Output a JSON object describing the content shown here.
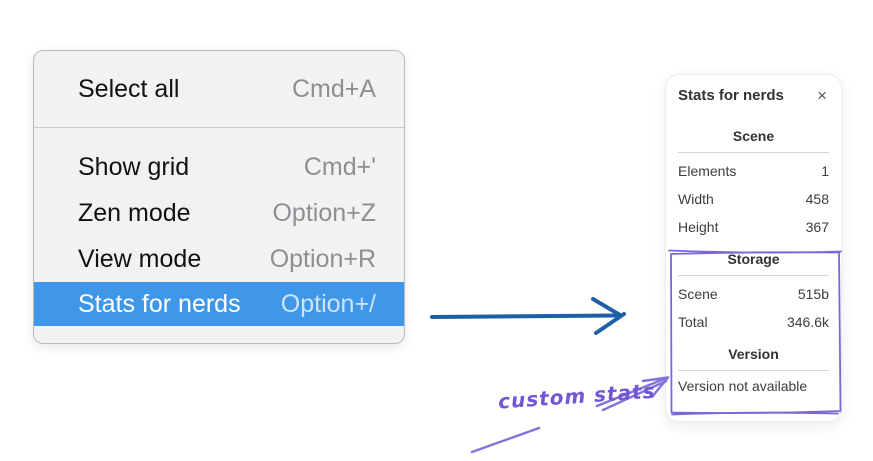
{
  "context_menu": {
    "items": [
      {
        "label": "Select all",
        "shortcut": "Cmd+A"
      },
      {
        "label": "Show grid",
        "shortcut": "Cmd+'"
      },
      {
        "label": "Zen mode",
        "shortcut": "Option+Z"
      },
      {
        "label": "View mode",
        "shortcut": "Option+R"
      },
      {
        "label": "Stats for nerds",
        "shortcut": "Option+/",
        "highlighted": true
      }
    ],
    "highlight_color": "#3f97e9"
  },
  "stats_panel": {
    "title": "Stats for nerds",
    "close_icon": "×",
    "sections": [
      {
        "heading": "Scene",
        "rows": [
          {
            "label": "Elements",
            "value": "1"
          },
          {
            "label": "Width",
            "value": "458"
          },
          {
            "label": "Height",
            "value": "367"
          }
        ]
      },
      {
        "heading": "Storage",
        "rows": [
          {
            "label": "Scene",
            "value": "515b"
          },
          {
            "label": "Total",
            "value": "346.6k"
          }
        ]
      },
      {
        "heading": "Version",
        "note": "Version not available"
      }
    ]
  },
  "annotations": {
    "custom_stats_label": "custom stats",
    "arrow_color": "#1f5fa8",
    "purple_color": "#7b68d8"
  }
}
